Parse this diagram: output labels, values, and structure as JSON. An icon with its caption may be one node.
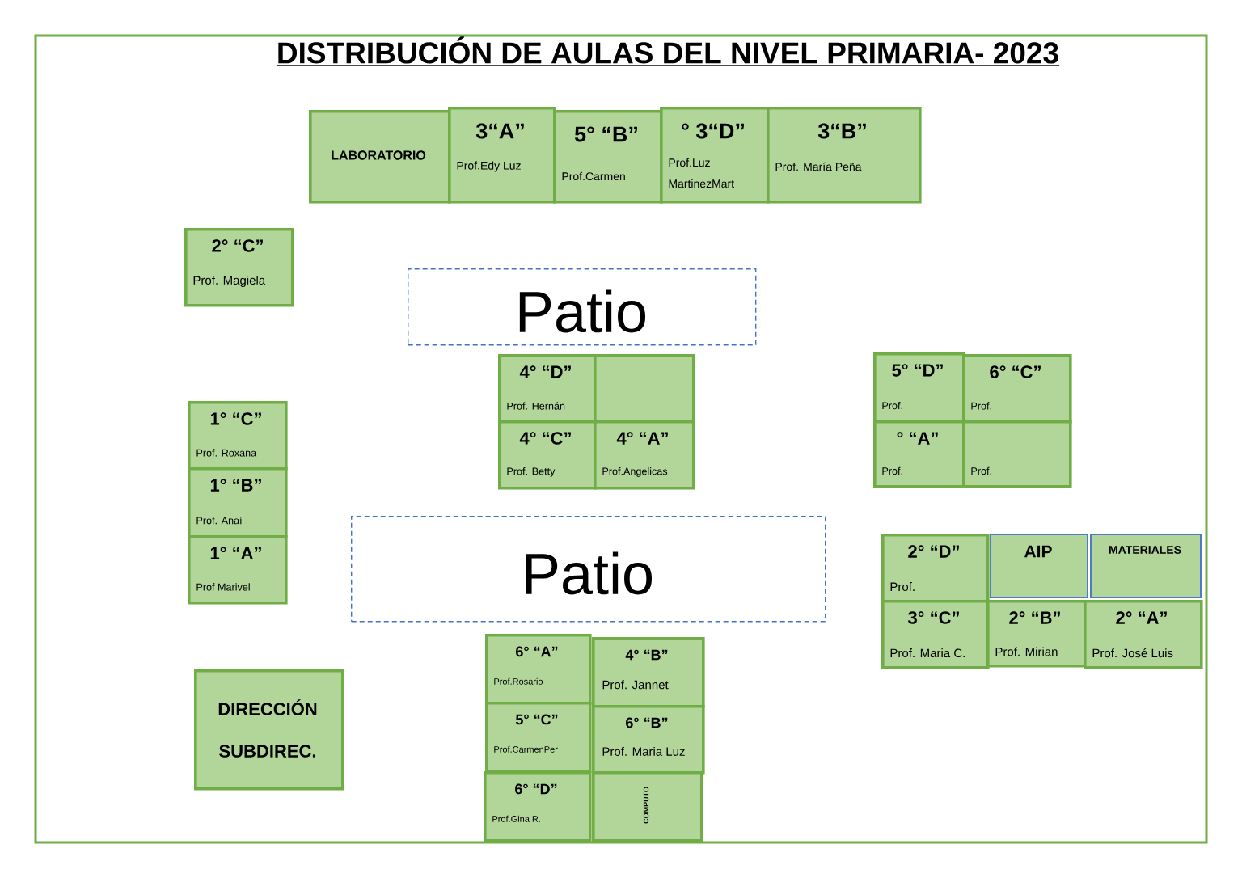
{
  "diagram": {
    "title": "DISTRIBUCIÓN DE AULAS DEL NIVEL PRIMARIA- 2023",
    "nodes": [
      {
        "text": [
          "LABORATORIO"
        ]
      },
      {
        "text": [
          "3“A”",
          "Prof.Edy Luz"
        ]
      },
      {
        "text": [
          "5° “B”",
          "Prof.Carmen"
        ]
      },
      {
        "text": [
          "° 3“D”",
          "Prof.Luz MartinezMart"
        ]
      },
      {
        "text": [
          "3“B”",
          "Prof. María Peña"
        ]
      },
      {
        "text": [
          "2° “C”",
          "Prof. Magiela"
        ]
      },
      {
        "text": [
          "Patio"
        ]
      },
      {
        "text": [
          "4° “D”",
          "Prof. Hernán"
        ]
      },
      {
        "text": [],
        "shape": "box"
      },
      {
        "text": [
          "5° “D”",
          "Prof."
        ]
      },
      {
        "text": [
          "6° “C”",
          "Prof."
        ]
      },
      {
        "text": [
          "1° “C”",
          "Prof. Roxana"
        ]
      },
      {
        "text": [
          "4° “C”",
          "Prof. Betty"
        ]
      },
      {
        "text": [
          "4° “A”",
          "Prof.Angelicas"
        ]
      },
      {
        "text": [
          "° “A”",
          "Prof."
        ]
      },
      {
        "text": [
          "Prof."
        ]
      },
      {
        "text": [
          "1° “B”",
          "Prof. Anaí"
        ]
      },
      {
        "text": [
          "1° “A”",
          "Prof Marivel"
        ]
      },
      {
        "text": [
          "Patio"
        ]
      },
      {
        "text": [
          "2° “D”",
          "Prof."
        ]
      },
      {
        "text": [
          "AIP"
        ]
      },
      {
        "text": [
          "MATERIALES"
        ]
      },
      {
        "text": [
          "3° “C”",
          "Prof. Maria C."
        ]
      },
      {
        "text": [
          "2° “B”",
          "Prof. Mirian"
        ]
      },
      {
        "text": [
          "2° “A”",
          "Prof. José Luis"
        ]
      },
      {
        "text": [
          "6° “A”",
          "Prof.Rosario"
        ]
      },
      {
        "text": [
          "4° “B”",
          "Prof. Jannet"
        ]
      },
      {
        "text": [
          "DIRECCIÓN SUBDIREC."
        ]
      },
      {
        "text": [
          "5° “C”",
          "Prof.CarmenPer"
        ]
      },
      {
        "text": [
          "6° “B”",
          "Prof. Maria Luz"
        ]
      },
      {
        "text": [
          "6° “D”",
          "Prof.Gina R."
        ]
      },
      {
        "text": [
          "COMPUTO"
        ]
      }
    ]
  }
}
